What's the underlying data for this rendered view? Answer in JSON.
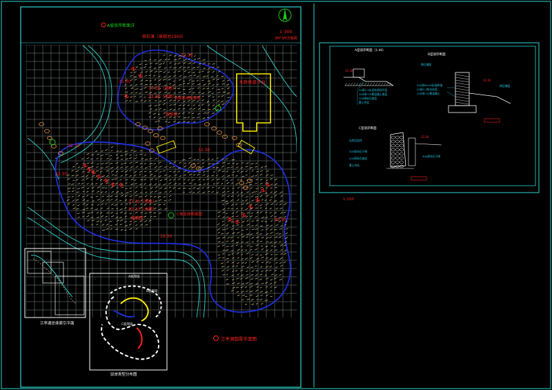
{
  "colors": {
    "background": "#000000",
    "frame": "#2fd9d4",
    "grid": "#7e8d8a",
    "water_edge": "#1e2fe0",
    "stone_path": "#d9c890",
    "rocks": "#c27a3a",
    "platform": "#ffee00",
    "red_text": "#ff2222",
    "green_text": "#19d219",
    "cyan_text": "#21c9e6",
    "white": "#ffffff"
  },
  "icons": {
    "north_arrow": "north-arrow-icon",
    "callout": "section-callout-icon"
  },
  "main_plan": {
    "scale": "1:300",
    "grid_note": "3M*3M方格网",
    "callouts": {
      "a_section": "A坡驳岸断面详",
      "b_section": "B坡驳岸断面详",
      "c_section": "C坡驳岸断面图"
    },
    "labels": {
      "stone_embankment": "卵石滩（景观池1900）",
      "platform": "木质休息平台",
      "flower_zone": "观赏区",
      "planting_zone": "植物区"
    },
    "elevations": {
      "top": "22.30",
      "upper_left": "35.30",
      "mid_left": "22.30",
      "left": "22.30",
      "center": "32.30",
      "lower_center": "32.30",
      "right": "22.30"
    },
    "pool_levels": {
      "upper_1": "37.30（池底）",
      "upper_2": "32.30（水面）",
      "lower_1": "37.30（池底）",
      "lower_2": "32.10（水面）"
    },
    "title": "兰亭湖园景平面图",
    "title_number": "①"
  },
  "insets": {
    "index_map_title": "兰亭湖总体索引平面",
    "zone_map_title": "驳岸类型分布图",
    "zone_labels": {
      "a": "A驳岸段",
      "b": "B驳岸段",
      "c": "C驳岸段"
    }
  },
  "details": {
    "scale": "1:150",
    "titles": {
      "a": "A型驳岸断面（1:40）",
      "b": "B型驳岸断面",
      "c": "C型驳岸断面"
    },
    "notes_a": [
      "20厚1:3水泥砂浆找平层",
      "100厚C15素混凝土垫层",
      "150厚碎石垫层",
      "素土夯实"
    ],
    "notes_b": [
      "卵石铺面",
      "240厚MU10标准砖墙",
      "20厚1:2防水砂浆",
      "100厚C10素混凝土"
    ],
    "notes_c": [
      "自然石驳岸",
      "300厚块石干砌",
      "200厚碎石垫层",
      "素土夯实"
    ],
    "levels": {
      "a": "32.30",
      "b": "32.30",
      "c": "32.30"
    }
  }
}
